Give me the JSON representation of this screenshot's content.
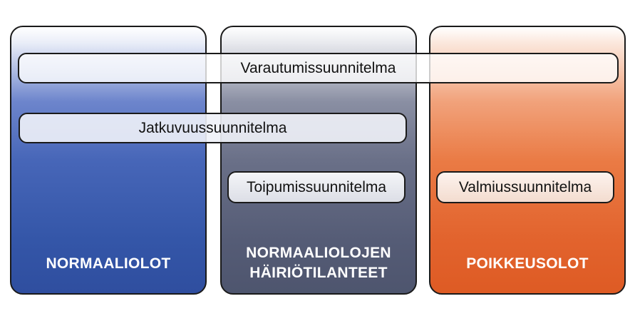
{
  "columns": [
    {
      "title_lines": [
        "NORMAALIOLOT"
      ],
      "color": "#3456a8"
    },
    {
      "title_lines": [
        "NORMAALIOLOJEN",
        "HÄIRIÖTILANTEET"
      ],
      "color": "#555c76"
    },
    {
      "title_lines": [
        "POIKKEUSOLOT"
      ],
      "color": "#e2632d"
    }
  ],
  "plans": {
    "varautumis": "Varautumissuunnitelma",
    "jatkuvuus": "Jatkuvuussuunnitelma",
    "toipumis": "Toipumissuunnitelma",
    "valmius": "Valmiussuunnitelma"
  }
}
